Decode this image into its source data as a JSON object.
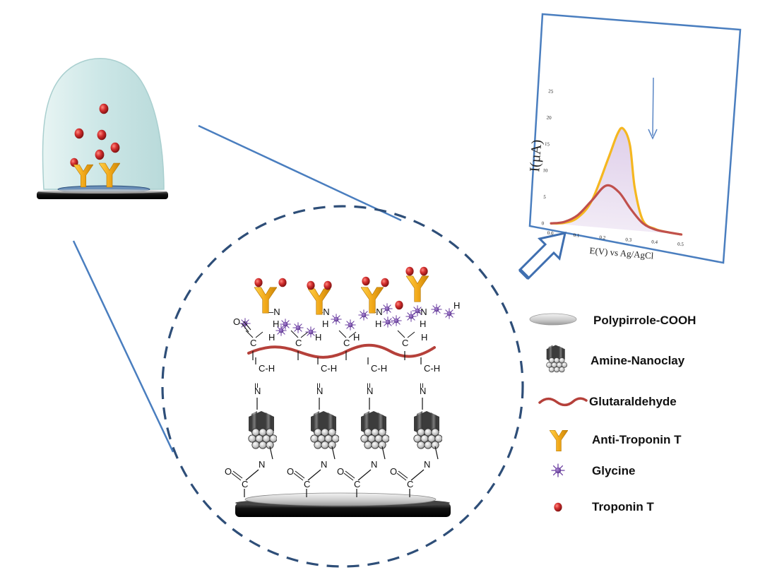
{
  "legend": [
    {
      "key": "polypirrole",
      "label": "Polypirrole-COOH"
    },
    {
      "key": "nanoclay",
      "label": "Amine-Nanoclay"
    },
    {
      "key": "glutaraldehyde",
      "label": "Glutaraldehyde"
    },
    {
      "key": "antibody",
      "label": "Anti-Troponin T"
    },
    {
      "key": "glycine",
      "label": "Glycine"
    },
    {
      "key": "troponin",
      "label": "Troponin T"
    }
  ],
  "chem": {
    "ch": "C-H",
    "double_bond": "=",
    "n": "N",
    "c": "C",
    "o": "O",
    "h": "H",
    "nh": "–N",
    "dash_n": "–N"
  },
  "chart_data": {
    "type": "line",
    "title": "",
    "xlabel": "E(V) vs Ag/AgCl",
    "ylabel": "I(µA)",
    "x_ticks": [
      "0.0",
      "0.1",
      "0.2",
      "0.3",
      "0.4",
      "0.5"
    ],
    "y_ticks": [
      "0",
      "5",
      "10",
      "15",
      "20",
      "25"
    ],
    "xlim": [
      0.0,
      0.5
    ],
    "ylim": [
      0,
      25
    ],
    "arrow": "decrease",
    "series": [
      {
        "color": "#f5b720",
        "x": [
          0.0,
          0.05,
          0.1,
          0.15,
          0.2,
          0.23,
          0.25,
          0.28,
          0.31,
          0.35,
          0.4,
          0.45,
          0.5
        ],
        "y": [
          0,
          0.3,
          1.5,
          5,
          13,
          18,
          19,
          16,
          8,
          2,
          0.6,
          0.2,
          0
        ]
      },
      {
        "color": "#c0504d",
        "x": [
          0.0,
          0.05,
          0.1,
          0.15,
          0.2,
          0.25,
          0.3,
          0.35,
          0.4,
          0.45,
          0.5
        ],
        "y": [
          0,
          0.5,
          2,
          5,
          8,
          7,
          4,
          1.5,
          0.5,
          0.2,
          0
        ]
      }
    ]
  },
  "colors": {
    "blue_line": "#4a7ebf",
    "antibody": "#f2b81a",
    "troponin": "#c1272d",
    "glycine": "#6b3fa0",
    "polymer": "#b5403a",
    "drop": "#cfe8e8"
  }
}
